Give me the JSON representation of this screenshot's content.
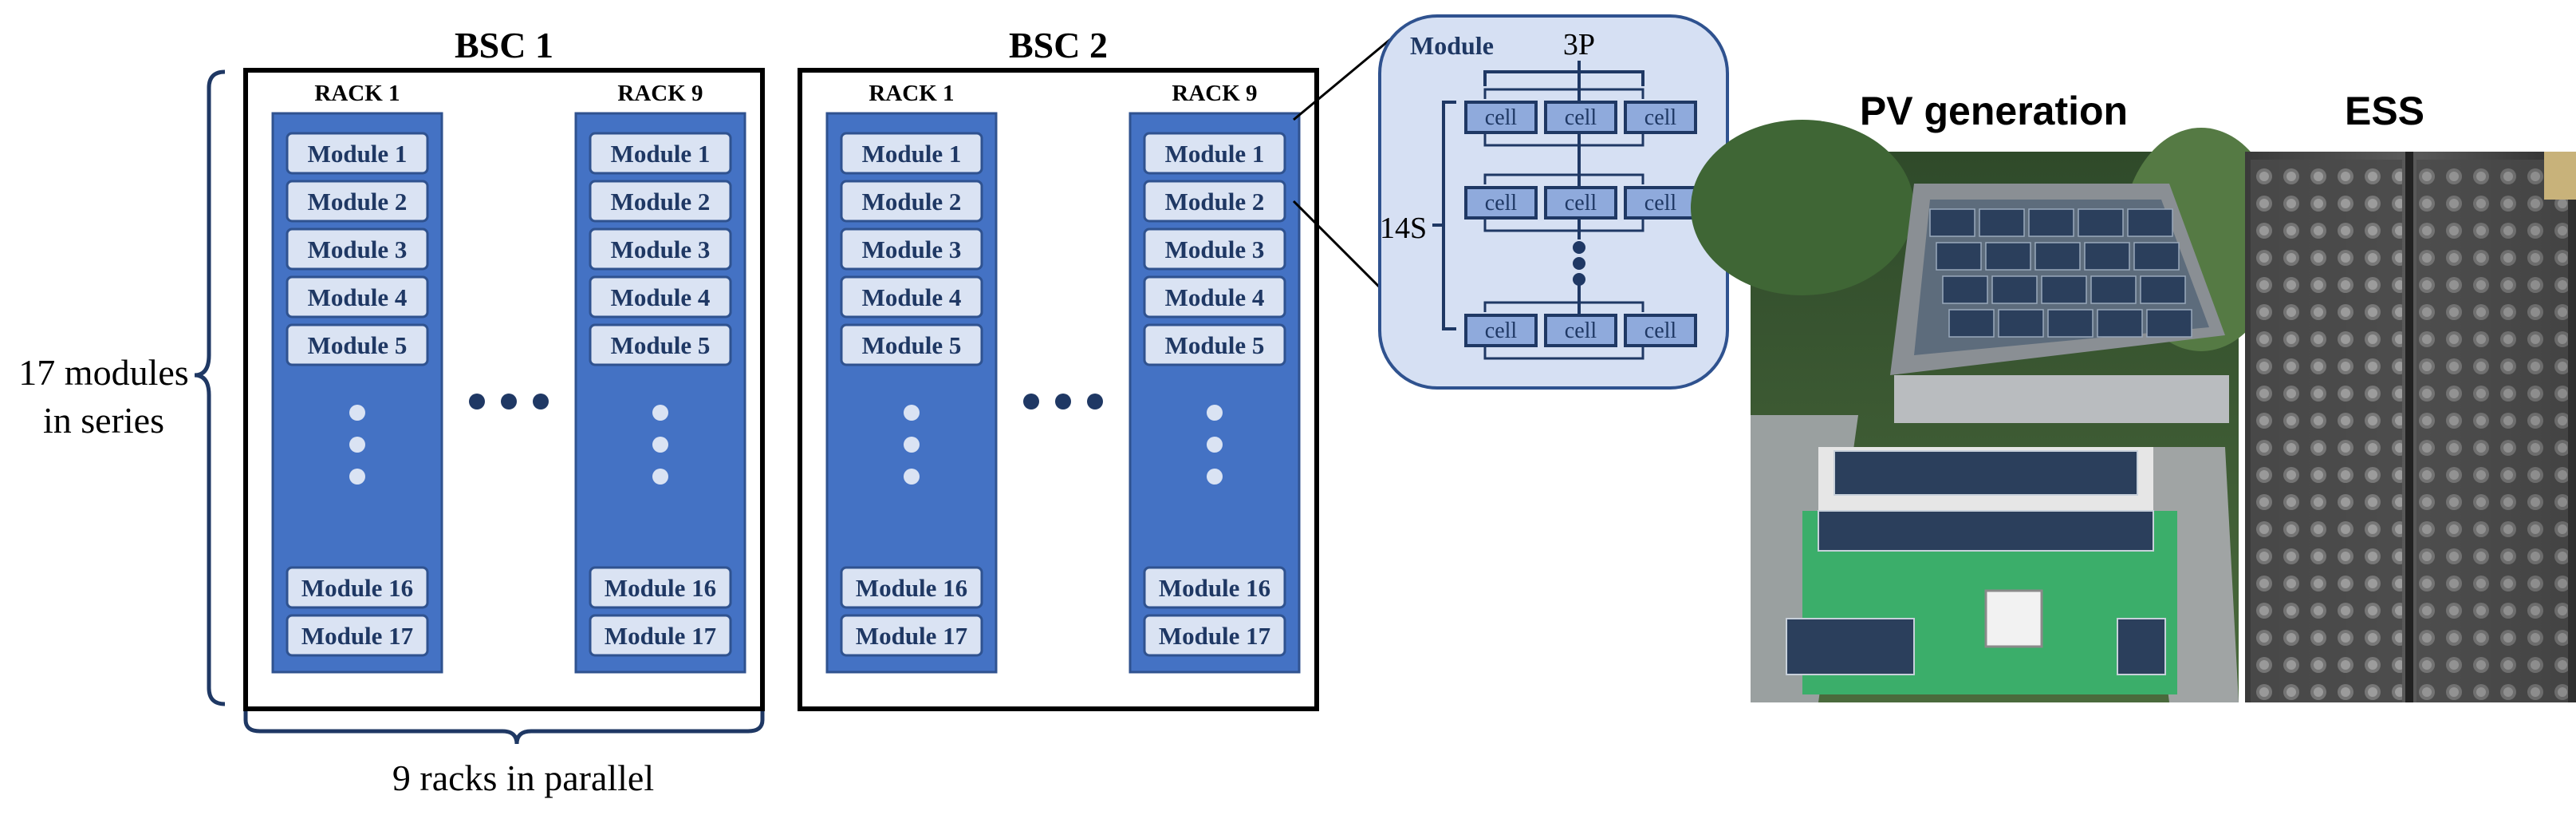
{
  "bsc": [
    {
      "title": "BSC 1",
      "rack_first": "RACK 1",
      "rack_last": "RACK 9"
    },
    {
      "title": "BSC 2",
      "rack_first": "RACK 1",
      "rack_last": "RACK 9"
    }
  ],
  "modules_top": [
    "Module 1",
    "Module 2",
    "Module 3",
    "Module 4",
    "Module 5"
  ],
  "modules_bottom": [
    "Module 16",
    "Module 17"
  ],
  "series_label_line1": "17 modules",
  "series_label_line2": "in series",
  "parallel_label": "9 racks in parallel",
  "module_detail": {
    "title": "Module",
    "parallel": "3P",
    "series": "14S",
    "cell": "cell"
  },
  "photos": [
    {
      "label": "PV generation"
    },
    {
      "label": "ESS"
    }
  ],
  "colors": {
    "rack_fill": "#4472c4",
    "module_fill": "#dae3f3",
    "module_border": "#2f528f",
    "module_text": "#1f3864",
    "detail_fill": "#d6e0f3",
    "cell_fill": "#8faadc",
    "dots": "#1f3864"
  }
}
